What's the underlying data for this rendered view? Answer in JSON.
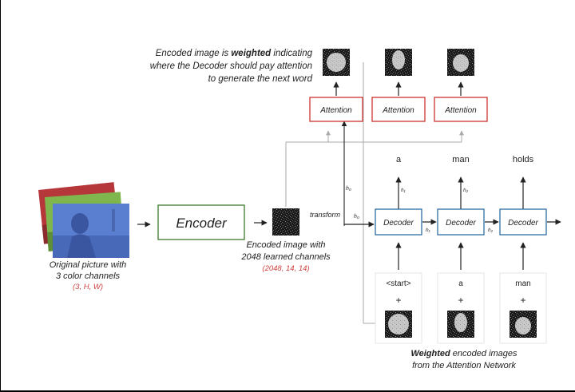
{
  "colors": {
    "attention_border": "#cc3333",
    "decoder_border": "#2e6da4",
    "encoder_border": "#3c7a2a",
    "shape_caption": "#d04040",
    "arrow": "#222222",
    "gray_arrow": "#aaaaaa"
  },
  "top_note": {
    "line1_pre": "Encoded image is ",
    "line1_bold": "weighted",
    "line1_post": " indicating",
    "line2": "where the Decoder should pay attention",
    "line3": "to generate the next word"
  },
  "input": {
    "caption_line1": "Original picture with",
    "caption_line2": "3 color channels",
    "shape": "(3, H, W)"
  },
  "encoder": {
    "label": "Encoder"
  },
  "encoded": {
    "caption_line1": "Encoded image with",
    "caption_line2": "2048 learned channels",
    "shape": "(2048, 14, 14)"
  },
  "transform_label": "transform",
  "h0_label_top": "h₀",
  "h0_label_side": "h₀",
  "attention_label": "Attention",
  "decoder_label": "Decoder",
  "outputs": [
    "a",
    "man",
    "holds"
  ],
  "hidden_up": [
    "h₁",
    "h₂"
  ],
  "hidden_side": [
    "h₁",
    "h₂"
  ],
  "input_words": [
    "<start>",
    "a",
    "man"
  ],
  "plus": "+",
  "weighted_caption": {
    "line1_bold": "Weighted",
    "line1_rest": " encoded images",
    "line2": "from the Attention Network"
  }
}
